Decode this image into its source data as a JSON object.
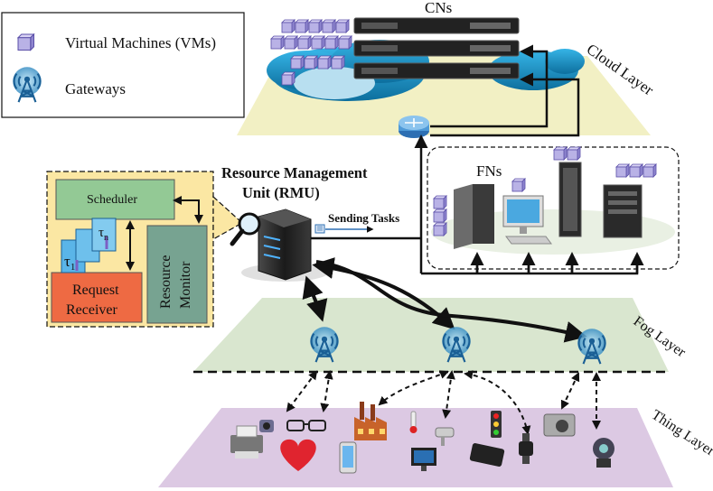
{
  "legend": {
    "vm_label": "Virtual Machines (VMs)",
    "gateway_label": "Gateways"
  },
  "cloud": {
    "title": "CNs",
    "layer_label": "Cloud  Layer"
  },
  "fog": {
    "fns_label": "FNs",
    "layer_label": "Fog Layer"
  },
  "thing": {
    "layer_label": "Thing Layer"
  },
  "rmu": {
    "title_line1": "Resource Management",
    "title_line2": "Unit (RMU)",
    "sending_tasks": "Sending Tasks",
    "scheduler": "Scheduler",
    "request_receiver_line1": "Request",
    "request_receiver_line2": "Receiver",
    "resource_monitor_line1": "Resource",
    "resource_monitor_line2": "Monitor",
    "tau_1": "τ",
    "tau_1_sub": "1",
    "tau_n": "τ",
    "tau_n_sub": "n"
  },
  "colors": {
    "cloud_plane": "#f2f0c4",
    "fog_plane": "#d9e6cf",
    "thing_plane": "#dcc9e3",
    "fn_ellipse": "#e9f0e3",
    "rmu_panel": "#fbe7a3",
    "scheduler": "#93c995",
    "request_receiver": "#ee6a43",
    "resource_monitor": "#77a391",
    "vm_cube": "#b9b2e6",
    "cloud_blue": "#1e95c7",
    "server_dark": "#2d2d2d"
  },
  "icons": [
    "vm-cube-icon",
    "gateway-tower-icon",
    "server-rack-icon",
    "router-icon",
    "magnifier-icon",
    "factory-icon",
    "printer-icon",
    "heart-icon",
    "smartphone-icon",
    "glasses-icon",
    "thermometer-icon",
    "security-camera-icon",
    "traffic-light-icon",
    "monitor-icon",
    "smartwatch-icon",
    "camera-icon",
    "webcam-icon"
  ]
}
